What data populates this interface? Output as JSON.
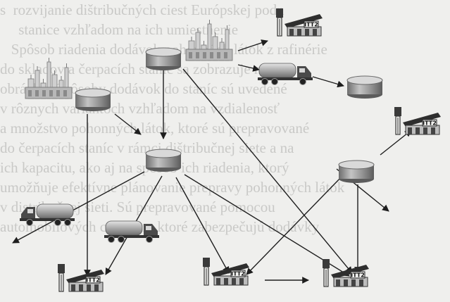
{
  "background_text": {
    "lines": [
      "s  rozvijanie dištribučných ciest Európskej podn",
      "     stanice vzhľadom na ich umiestnenie",
      "   Spôsob riadenia dodávok pohonných látok z rafinérie",
      "do skladov a čerpacích staníc sa zobrazuje na",
      "obrázku. Spôsoby dodávok do staníc sú uvedené",
      "v rôznych variantoch vzhľadom na vzdialenosť",
      "a množstvo pohonných látok, ktoré sú prepravované",
      "do čerpacích staníc v rámci dištribučnej siete a na",
      "ich kapacitu, ako aj na spôsob ich riadenia, ktorý",
      "umožňuje efektívne plánovanie prepravy pohonných látok",
      "v distribučnej sieti. Sú prepravované pomocou",
      "automobilových cisterien, ktoré zabezpečujú dodávky"
    ]
  },
  "diagram": {
    "icons": [
      "refinery-icon",
      "storage-tank-icon",
      "tanker-truck-icon",
      "fuel-station-icon",
      "arrow-icon"
    ],
    "station_sign_text": "ITT2",
    "colors": {
      "background": "#efefed",
      "ink": "#1e1e1e",
      "tank_metal": "#9a9a9a",
      "truck_tank": "#a8a8a8",
      "refinery": "#c8c8c8",
      "ghost_text": "#c9c9c7"
    }
  }
}
